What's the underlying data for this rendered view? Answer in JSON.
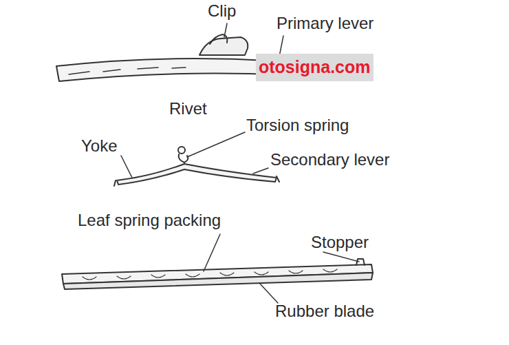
{
  "diagram": {
    "nodes": [
      {
        "text": [
          "otosigna.com"
        ]
      }
    ],
    "labels": [
      "Clip",
      "Primary lever",
      "Rivet",
      "Torsion spring",
      "Yoke",
      "Secondary lever",
      "Leaf spring packing",
      "Stopper",
      "Rubber blade"
    ]
  }
}
